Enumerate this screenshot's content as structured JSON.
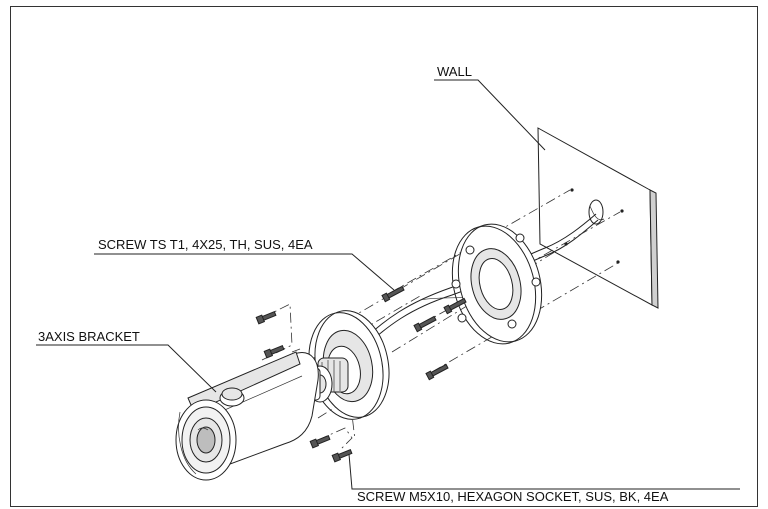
{
  "labels": {
    "wall": "WALL",
    "screw_ts": "SCREW TS T1, 4X25, TH, SUS, 4EA",
    "bracket": "3AXIS BRACKET",
    "screw_m5": "SCREW M5X10, HEXAGON SOCKET, SUS, BK, 4EA"
  }
}
